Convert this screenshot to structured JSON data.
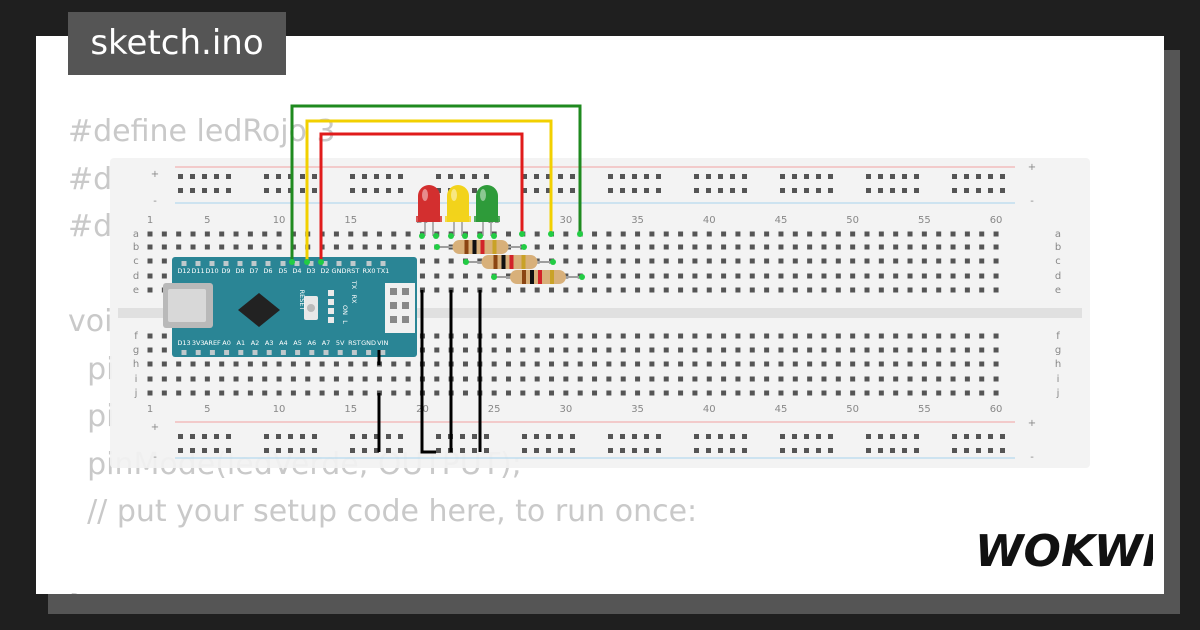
{
  "title": "sketch.ino",
  "code_lines": [
    "#define ledRojo 3",
    "#d",
    "#d",
    "",
    "voi",
    "  pi",
    "  pi",
    "  pinMode(ledVerde, OUTPUT);",
    "  // put your setup code here, to run once:",
    "",
    "}"
  ],
  "brand": "WOKWI",
  "breadboard": {
    "column_numbers": [
      "1",
      "5",
      "10",
      "15",
      "20",
      "25",
      "30",
      "35",
      "40",
      "45",
      "50",
      "55",
      "60"
    ],
    "row_letters_top": [
      "a",
      "b",
      "c",
      "d",
      "e"
    ],
    "row_letters_bottom": [
      "f",
      "g",
      "h",
      "i",
      "j"
    ],
    "rail_plus": "+",
    "rail_minus": "-"
  },
  "arduino": {
    "top_pins": [
      "D12",
      "D11",
      "D10",
      "D9",
      "D8",
      "D7",
      "D6",
      "D5",
      "D4",
      "D3",
      "D2",
      "GND",
      "RST",
      "RX0",
      "TX1"
    ],
    "bottom_pins": [
      "D13",
      "3V3",
      "AREF",
      "A0",
      "A1",
      "A2",
      "A3",
      "A4",
      "A5",
      "A6",
      "A7",
      "5V",
      "RST",
      "GND",
      "VIN"
    ],
    "board_labels": [
      "RESET",
      "TX",
      "RX",
      "ON",
      "L"
    ]
  },
  "leds": [
    {
      "name": "red",
      "color": "#d32f2f"
    },
    {
      "name": "yellow",
      "color": "#f2d31b"
    },
    {
      "name": "green",
      "color": "#2e9b3a"
    }
  ],
  "wires": {
    "red": "#e01b1b",
    "yellow": "#f2d000",
    "green": "#1f8a1f",
    "ground": "#000000"
  }
}
